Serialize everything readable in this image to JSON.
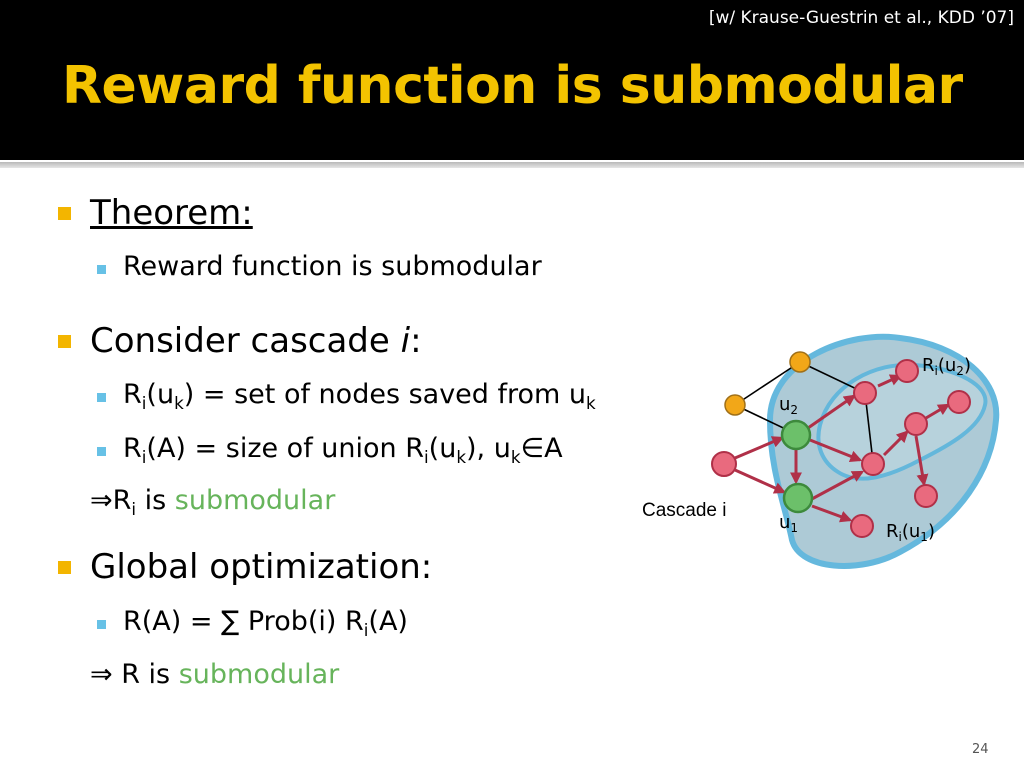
{
  "citation": "[w/ Krause-Guestrin et al., KDD ’07]",
  "title": "Reward function is submodular",
  "theorem": {
    "heading": "Theorem:",
    "statement": "Reward function is submodular"
  },
  "cascade": {
    "heading_prefix": "Consider cascade ",
    "heading_var": "i",
    "heading_suffix": ":",
    "item1": {
      "r": "R",
      "sub_i": "i",
      "open": "(u",
      "sub_k": "k",
      "rest": ") = set of nodes saved from u",
      "sub_k2": "k"
    },
    "item2": {
      "r": "R",
      "sub_i": "i",
      "mid": "(A) = size of union R",
      "sub_i2": "i",
      "open": "(u",
      "sub_k": "k",
      "sep": "), u",
      "sub_k2": "k",
      "elem": "∈",
      "a": "A"
    },
    "conclusion": {
      "arrow": "⇒",
      "r": "R",
      "sub_i": "i",
      "is": " is ",
      "word": "submodular"
    }
  },
  "global": {
    "heading": "Global optimization:",
    "formula": {
      "lhs": "R(A) = ",
      "sum": "∑",
      "rhs": " Prob(i) R",
      "sub_i": "i",
      "tail": "(A)"
    },
    "conclusion": {
      "arrow": "⇒",
      "text": " R is ",
      "word": "submodular"
    }
  },
  "diagram": {
    "cascade_label": "Cascade i",
    "u2_label": {
      "u": "u",
      "sub": "2"
    },
    "u1_label": {
      "u": "u",
      "sub": "1"
    },
    "ri_u2_label": {
      "r": "R",
      "sub_i": "i",
      "open": "(u",
      "sub": "2",
      "close": ")"
    },
    "ri_u1_label": {
      "r": "R",
      "sub_i": "i",
      "open": "(u",
      "sub": "1",
      "close": ")"
    }
  },
  "slide_number": "24",
  "colors": {
    "title": "#f3c300",
    "accent_bullet": "#f3b500",
    "sub_bullet": "#67c1e6",
    "highlight_green": "#67b45b",
    "node_red": "#e96a7e",
    "node_green": "#6cc06a",
    "node_orange": "#f2a718",
    "blob_fill": "#9ec4d2",
    "blob_outline": "#5db5dc"
  }
}
